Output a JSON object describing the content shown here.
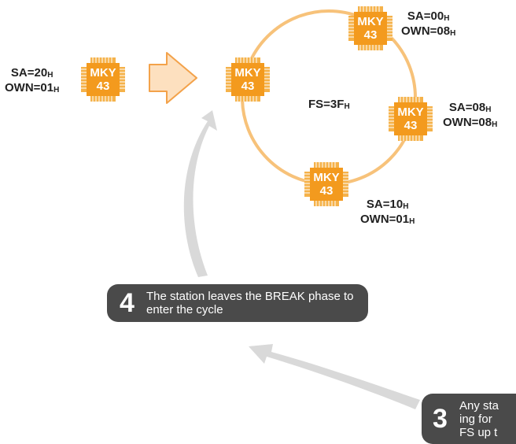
{
  "chip": {
    "line1": "MKY",
    "line2": "43"
  },
  "fs": {
    "label": "FS=3F",
    "unit": "H"
  },
  "stations": [
    {
      "sa": "SA=20",
      "own": "OWN=01",
      "unit": "H"
    },
    {
      "sa": "SA=00",
      "own": "OWN=08",
      "unit": "H"
    },
    {
      "sa": "SA=08",
      "own": "OWN=08",
      "unit": "H"
    },
    {
      "sa": "SA=10",
      "own": "OWN=01",
      "unit": "H"
    }
  ],
  "steps": [
    {
      "number": "4",
      "text": "The station leaves the BREAK phase to enter the cycle"
    },
    {
      "number": "3",
      "text_lines": [
        "Any sta",
        "ing for",
        "FS up t"
      ]
    }
  ],
  "colors": {
    "chip": "#f39a1e",
    "chip_pins": "#f5b24a",
    "ring": "#f7c27a",
    "transfer_arrow": "#fde0bf",
    "transfer_arrow_stroke": "#f3a24a",
    "flow_arrow": "#d9d9d9",
    "step_box": "#4a4a4a"
  }
}
